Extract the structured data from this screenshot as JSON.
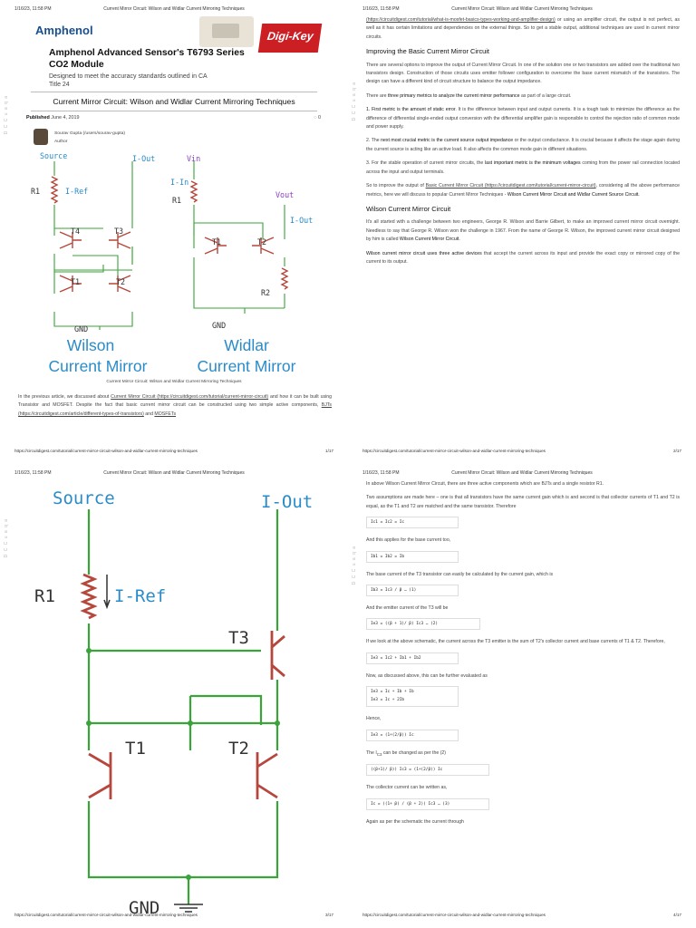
{
  "header": {
    "date": "1/16/23, 11:58 PM",
    "title": "Current Mirror Circuit: Wilson and Widlar Current Mirroring Techniques"
  },
  "footer": {
    "url": "https://circuitdigest.com/tutorial/current-mirror-circuit-wilson-and-widlar-current-mirroring-techniques",
    "pages": [
      "1/17",
      "2/17",
      "3/17",
      "4/17"
    ]
  },
  "side_mark": "D C C u a q a",
  "ad": {
    "brand": "Amphenol",
    "title": "Amphenol Advanced Sensor's T6793 Series CO2 Module",
    "subtitle": "Designed to meet the accuracy standards outlined in CA Title 24",
    "logo": "Digi-Key"
  },
  "page1": {
    "article_title": "Current Mirror Circuit: Wilson and Widlar Current Mirroring Techniques",
    "published_label": "Published",
    "published_date": "June 4, 2019",
    "comments": "0",
    "author_name": "Sourav Gupta (/users/sourav-gupta)",
    "author_role": "Author",
    "caption": "Current Mirror Circuit: Wilson and Widlar Current Mirroring Techniques",
    "intro": {
      "a": "In the previous article, we discussed about ",
      "link1": "Current Mirror Circuit (https://circuitdigest.com/tutorial/current-mirror-circuit)",
      "b": " and how it can be built using Transistor and MOSFET. Despite the fact that basic current mirror circuit can be constructed using two simple active components, ",
      "link2": "BJTs (https://circuitdigest.com/article/different-types-of-transistors)",
      "c": " and ",
      "link3": "MOSFETs"
    }
  },
  "diagram": {
    "wilson": {
      "source": "Source",
      "iout": "I-Out",
      "r1": "R1",
      "iref": "I-Ref",
      "t1": "T1",
      "t2": "T2",
      "t3": "T3",
      "t4": "T4",
      "gnd": "GND",
      "name1": "Wilson",
      "name2": "Current Mirror"
    },
    "widlar": {
      "vin": "Vin",
      "iin": "I-In",
      "r1": "R1",
      "vout": "Vout",
      "iout": "I-Out",
      "t1": "T1",
      "t2": "T2",
      "r2": "R2",
      "gnd": "GND",
      "name1": "Widlar",
      "name2": "Current Mirror"
    }
  },
  "page2": {
    "p0a": "(https://circuitdigest.com/tutorial/what-is-mosfet-basics-types-working-and-amplifier-design)",
    "p0b": " or using an amplifier circuit, the output is not perfect, as well as it has certain limitations and dependencies on the external things. So to get a stable output, additional techniques are used in current mirror circuits.",
    "h1": "Improving the Basic Current Mirror Circuit",
    "p1": "There are several options to improve the output of Current Mirror Circuit. In one of the solution one or two transistors are added over the traditional two transistors design. Construction of those circuits uses emitter follower configuration to overcome the base current mismatch of the transistors. The design can have a different kind of circuit structure to balance the output impedance.",
    "p2a": "There are ",
    "p2b": "three primary metrics to analyze the current mirror performance",
    "p2c": " as part of a large circuit.",
    "p3a": "1. First metric is the amount of static error",
    "p3b": ". It is the difference between input and output currents. It is a tough task to minimize the difference as the difference of differential single-ended output conversion with the differential amplifier gain is responsible to control the rejection ratio of common mode and power supply.",
    "p4a": "2. The ",
    "p4b": "next most crucial metric is the current source output impedance",
    "p4c": " or the output conductance. It is crucial because it affects the stage again during the current source is acting like an active load. It also affects the common mode gain in different situations.",
    "p5a": "3. ",
    "p5b": "For the stable operation of current mirror circuits, the ",
    "p5c": "last important metric is the minimum voltages",
    "p5d": " coming from the power rail connection located across the input and output terminals.",
    "p6a": "So to improve the output of ",
    "p6b": "Basic Current Mirror Circuit (https://circuitdigest.com/tutorial/current-mirror-circuit)",
    "p6c": ", considering all the above performance metrics, here we will discuss to popular Current Mirror Techniques - ",
    "p6d": "Wilson Current Mirror Circuit and Widlar Current Source Circuit.",
    "h2": "Wilson Current Mirror Circuit",
    "p7a": "It's all started with a challenge between two engineers, George R. Wilson and Barrie Gilbert, to make an improved current mirror circuit overnight. Needless to say that George R. Wilson won the challenge in 1967. From the name of George R. Wilson, the improved current mirror circuit designed by him is called ",
    "p7b": "Wilson Current Mirror Circuit",
    "p7c": ".",
    "p8a": "Wilson current mirror circuit uses three active devices",
    "p8b": " that accept the current across its input and provide the exact copy or mirrored copy of the current to its output."
  },
  "page4": {
    "l1": "In above Wilson Current Mirror Circuit, there are three active components which are BJTs and a single resistor R1.",
    "l2": "Two assumptions are made here – one is that all transistors have the same current gain which is and second is that collector currents of T1 and T2 is equal, as the T1 and T2 are matched and the same transistor. Therefore",
    "eq1": "Ic1 = Ic2 = Ic",
    "l3": "And this applies for the base current too,",
    "eq2": "Ib1 = Ib2 = Ib",
    "l4": "The base current of the T3 transistor can easily be calculated by the current gain, which is",
    "eq3": "Ib3 = Ic3 / β … (1)",
    "l5": "And the emitter current of the T3 will be",
    "eq4": "Ie3 = ((β + 1)/ β) Ic3 … (2)",
    "l6": "If we look at the above schematic, the current across the T3 emitter is the sum of T2's collector current and base currents of T1 & T2. Therefore,",
    "eq5": "Ie3 = Ic2 + Ib1 + Ib2",
    "l7": "Now, as discussed above, this can be further evaluated as",
    "eq6a": "Ie3 = Ic + Ib + Ib",
    "eq6b": "Ie3 = Ic + 2Ib",
    "l8": "Hence,",
    "eq7": "Ie3 = (1+(2/β)) Ic",
    "l9a": "The I",
    "l9b": "C3",
    "l9c": " can be changed as per the (2)",
    "eq8": "((β+1)/ β)) Ic3 = (1+(2/β)) Ic",
    "l10": "The collector current can be written as,",
    "eq9": "Ic = ((1+ β) / (β + 2)) Ic3 … (3)",
    "l11": "Again as per the schematic the current through"
  },
  "colors": {
    "wire": "#3aa33a",
    "transistor": "#b5473c",
    "diagram_label": "#2a8bc9",
    "purple_label": "#8a3fc4",
    "brand": "#1a4f8c",
    "digikey": "#cc1f24"
  }
}
